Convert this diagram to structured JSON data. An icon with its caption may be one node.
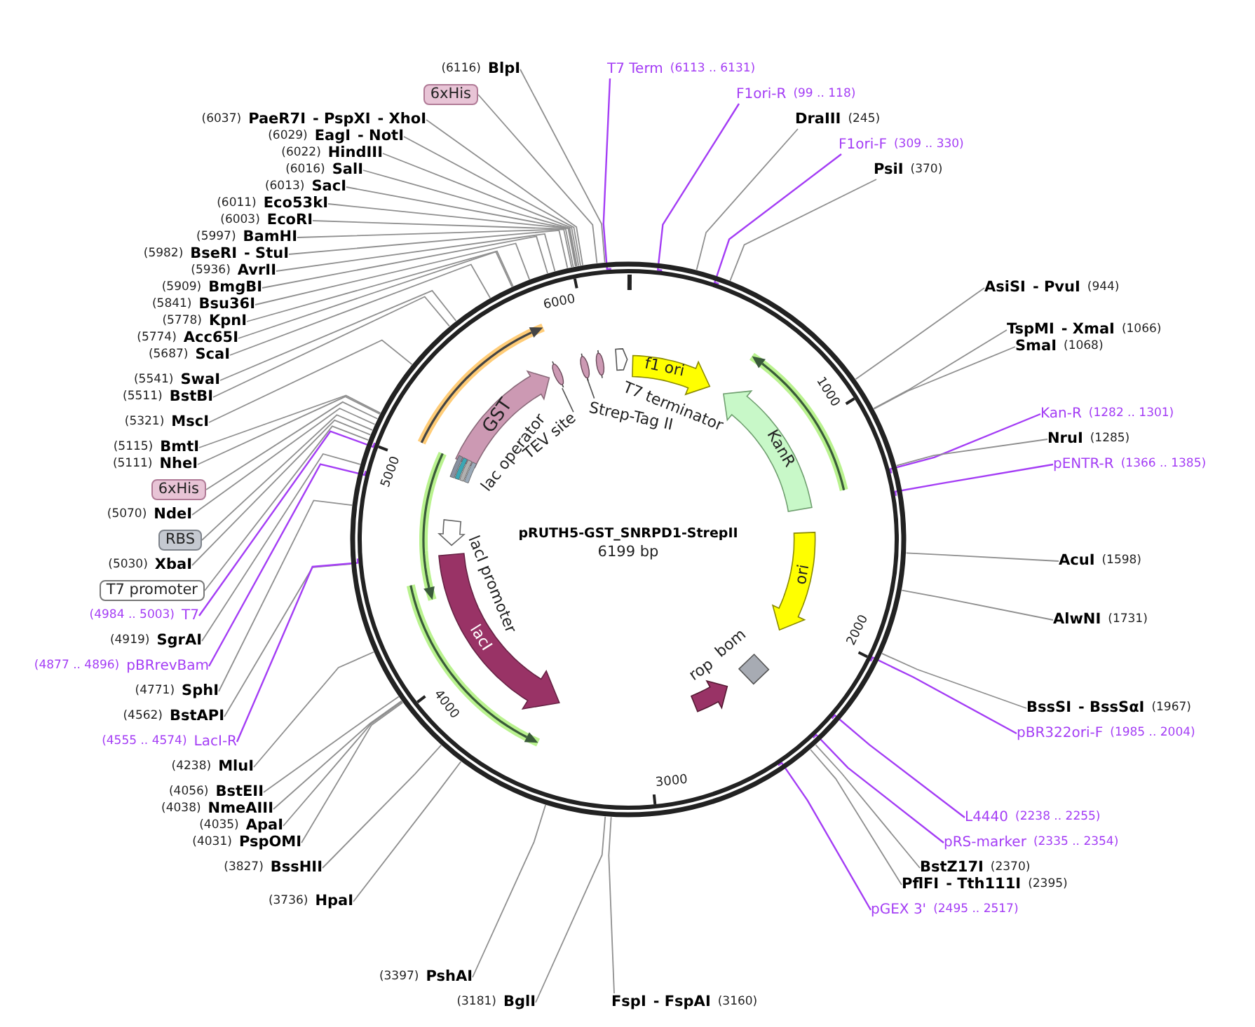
{
  "diagram": {
    "title": "pRUTH5-GST_SNRPD1-StrepII",
    "nodes": [
      {
        "text": [
          "BlpI"
        ],
        "beside": [
          "(6116)"
        ]
      },
      {
        "text": [
          "6xHis"
        ]
      },
      {
        "text": [
          "PaeR7I",
          "- PspXI",
          "- XhoI"
        ],
        "beside": [
          "(6037)"
        ]
      },
      {
        "text": [
          "EagI",
          "- NotI"
        ],
        "beside": [
          "(6029)"
        ]
      },
      {
        "text": [
          "HindIII"
        ],
        "beside": [
          "(6022)"
        ]
      },
      {
        "text": [
          "SalI"
        ],
        "beside": [
          "(6016)"
        ]
      },
      {
        "text": [
          "SacI"
        ],
        "beside": [
          "(6013)"
        ]
      },
      {
        "text": [
          "Eco53kI"
        ],
        "beside": [
          "(6011)"
        ]
      },
      {
        "text": [
          "EcoRI"
        ],
        "beside": [
          "(6003)"
        ]
      },
      {
        "text": [
          "BamHI"
        ],
        "beside": [
          "(5997)"
        ]
      },
      {
        "text": [
          "BseRI",
          "- StuI"
        ],
        "beside": [
          "(5982)"
        ]
      },
      {
        "text": [
          "AvrII"
        ],
        "beside": [
          "(5936)"
        ]
      },
      {
        "text": [
          "BmgBI"
        ],
        "beside": [
          "(5909)"
        ]
      },
      {
        "text": [
          "Bsu36I"
        ],
        "beside": [
          "(5841)"
        ]
      },
      {
        "text": [
          "KpnI"
        ],
        "beside": [
          "(5778)"
        ]
      },
      {
        "text": [
          "Acc65I"
        ],
        "beside": [
          "(5774)"
        ]
      },
      {
        "text": [
          "ScaI"
        ],
        "beside": [
          "(5687)"
        ]
      },
      {
        "text": [
          "SwaI"
        ],
        "beside": [
          "(5541)"
        ]
      },
      {
        "text": [
          "BstBI"
        ],
        "beside": [
          "(5511)"
        ]
      },
      {
        "text": [
          "MscI"
        ],
        "beside": [
          "(5321)"
        ]
      },
      {
        "text": [
          "BmtI"
        ],
        "beside": [
          "(5115)"
        ]
      },
      {
        "text": [
          "NheI"
        ],
        "beside": [
          "(5111)"
        ]
      },
      {
        "text": [
          "6xHis"
        ]
      },
      {
        "text": [
          "NdeI"
        ],
        "beside": [
          "(5070)"
        ]
      },
      {
        "text": [
          "RBS"
        ]
      },
      {
        "text": [
          "XbaI"
        ],
        "beside": [
          "(5030)"
        ]
      },
      {
        "text": [
          "T7 promoter"
        ]
      },
      {
        "text": [
          "T7"
        ],
        "beside": [
          "(4984 .. 5003)"
        ]
      },
      {
        "text": [
          "SgrAI"
        ],
        "beside": [
          "(4919)"
        ]
      },
      {
        "text": [
          "pBRrevBam"
        ],
        "beside": [
          "(4877 .. 4896)"
        ]
      },
      {
        "text": [
          "SphI"
        ],
        "beside": [
          "(4771)"
        ]
      },
      {
        "text": [
          "BstAPI"
        ],
        "beside": [
          "(4562)"
        ]
      },
      {
        "text": [
          "LacI-R"
        ],
        "beside": [
          "(4555 .. 4574)"
        ]
      },
      {
        "text": [
          "MluI"
        ],
        "beside": [
          "(4238)"
        ]
      },
      {
        "text": [
          "BstEII"
        ],
        "beside": [
          "(4056)"
        ]
      },
      {
        "text": [
          "NmeAIII"
        ],
        "beside": [
          "(4038)"
        ]
      },
      {
        "text": [
          "ApaI"
        ],
        "beside": [
          "(4035)"
        ]
      },
      {
        "text": [
          "PspOMI"
        ],
        "beside": [
          "(4031)"
        ]
      },
      {
        "text": [
          "BssHII"
        ],
        "beside": [
          "(3827)"
        ]
      },
      {
        "text": [
          "HpaI"
        ],
        "beside": [
          "(3736)"
        ]
      },
      {
        "text": [
          "PshAI"
        ],
        "beside": [
          "(3397)"
        ]
      },
      {
        "text": [
          "BglI"
        ],
        "beside": [
          "(3181)"
        ]
      },
      {
        "text": [
          "T7 Term"
        ],
        "beside": [
          "(6113 .. 6131)"
        ]
      },
      {
        "text": [
          "F1ori-R"
        ],
        "beside": [
          "(99 .. 118)"
        ]
      },
      {
        "text": [
          "DraIII"
        ],
        "beside": [
          "(245)"
        ]
      },
      {
        "text": [
          "F1ori-F"
        ],
        "beside": [
          "(309 .. 330)"
        ]
      },
      {
        "text": [
          "PsiI"
        ],
        "beside": [
          "(370)"
        ]
      },
      {
        "text": [
          "AsiSI",
          "- PvuI"
        ],
        "beside": [
          "(944)"
        ]
      },
      {
        "text": [
          "TspMI",
          "- XmaI"
        ],
        "beside": [
          "(1066)"
        ]
      },
      {
        "text": [
          "SmaI"
        ],
        "beside": [
          "(1068)"
        ]
      },
      {
        "text": [
          "Kan-R"
        ],
        "beside": [
          "(1282 .. 1301)"
        ]
      },
      {
        "text": [
          "NruI"
        ],
        "beside": [
          "(1285)"
        ]
      },
      {
        "text": [
          "pENTR-R"
        ],
        "beside": [
          "(1366 .. 1385)"
        ]
      },
      {
        "text": [
          "AcuI"
        ],
        "beside": [
          "(1598)"
        ]
      },
      {
        "text": [
          "AlwNI"
        ],
        "beside": [
          "(1731)"
        ]
      },
      {
        "text": [
          "BssSI",
          "- BssSαI"
        ],
        "beside": [
          "(1967)"
        ]
      },
      {
        "text": [
          "pBR322ori-F"
        ],
        "beside": [
          "(1985 .. 2004)"
        ]
      },
      {
        "text": [
          "L4440"
        ],
        "beside": [
          "(2238 .. 2255)"
        ]
      },
      {
        "text": [
          "pRS-marker"
        ],
        "beside": [
          "(2335 .. 2354)"
        ]
      },
      {
        "text": [
          "BstZ17I"
        ],
        "beside": [
          "(2370)"
        ]
      },
      {
        "text": [
          "PflFI",
          "- Tth111I"
        ],
        "beside": [
          "(2395)"
        ]
      },
      {
        "text": [
          "pGEX 3'"
        ],
        "beside": [
          "(2495 .. 2517)"
        ]
      },
      {
        "text": [
          "FspI",
          "- FspAI"
        ],
        "beside": [
          "(3160)"
        ]
      },
      {
        "text": [],
        "shape": "circle"
      },
      {
        "text": [
          "GST"
        ],
        "in": 63
      },
      {
        "text": [],
        "shape": "bar",
        "beside": [
          "TEV site"
        ],
        "in": 63
      },
      {
        "text": [],
        "shape": "box",
        "beside": [
          "lac operator"
        ],
        "in": 63
      },
      {
        "text": [],
        "shape": "bar",
        "beside": [
          "Strep-Tag II"
        ],
        "in": 63
      },
      {
        "text": [],
        "shape": "arrow",
        "in": 63
      },
      {
        "text": [
          "f1 ori"
        ],
        "in": 63
      },
      {
        "text": [
          "KanR"
        ],
        "in": 63
      },
      {
        "text": [
          "ori"
        ],
        "in": 63
      },
      {
        "text": [],
        "shape": "diamond",
        "beside": [
          "bom"
        ],
        "in": 63
      },
      {
        "text": [],
        "shape": "arrow",
        "beside": [
          "rop"
        ],
        "in": 63
      },
      {
        "text": [],
        "shape": "arrow",
        "beside": [
          "lacI promoter"
        ],
        "in": 63
      },
      {
        "text": [
          "lacI"
        ],
        "in": 63
      },
      {
        "text": [],
        "shape": "arrow",
        "in": 63
      },
      {
        "text": [],
        "shape": "arrow",
        "in": 63
      },
      {
        "text": [],
        "shape": "arrow",
        "in": 63
      },
      {
        "text": [],
        "shape": "arrow",
        "in": 63
      }
    ],
    "edges": [
      {
        "from": 0,
        "to": 63,
        "arrow": "none"
      },
      {
        "from": 1,
        "to": 63,
        "arrow": "none"
      },
      {
        "from": 2,
        "to": 63,
        "arrow": "none"
      },
      {
        "from": 3,
        "to": 63,
        "arrow": "none"
      },
      {
        "from": 4,
        "to": 63,
        "arrow": "none"
      },
      {
        "from": 5,
        "to": 63,
        "arrow": "none"
      },
      {
        "from": 6,
        "to": 63,
        "arrow": "none"
      },
      {
        "from": 7,
        "to": 63,
        "arrow": "none"
      },
      {
        "from": 8,
        "to": 63,
        "arrow": "none"
      },
      {
        "from": 9,
        "to": 63,
        "arrow": "none"
      },
      {
        "from": 10,
        "to": 63,
        "arrow": "none"
      },
      {
        "from": 11,
        "to": 63,
        "arrow": "none"
      },
      {
        "from": 12,
        "to": 63,
        "arrow": "none"
      },
      {
        "from": 13,
        "to": 63,
        "arrow": "none"
      },
      {
        "from": 14,
        "to": 63,
        "arrow": "none"
      },
      {
        "from": 15,
        "to": 63,
        "arrow": "none"
      },
      {
        "from": 16,
        "to": 63,
        "arrow": "none"
      },
      {
        "from": 17,
        "to": 63,
        "arrow": "none"
      },
      {
        "from": 18,
        "to": 63,
        "arrow": "none"
      },
      {
        "from": 19,
        "to": 63,
        "arrow": "none"
      },
      {
        "from": 20,
        "to": 63,
        "arrow": "none"
      },
      {
        "from": 21,
        "to": 63,
        "arrow": "none"
      },
      {
        "from": 22,
        "to": 63,
        "arrow": "none"
      },
      {
        "from": 23,
        "to": 63,
        "arrow": "none"
      },
      {
        "from": 24,
        "to": 63,
        "arrow": "none"
      },
      {
        "from": 25,
        "to": 63,
        "arrow": "none"
      },
      {
        "from": 26,
        "to": 63,
        "arrow": "none"
      },
      {
        "from": 27,
        "to": 63,
        "arrow": "none",
        "color": "#a43df5"
      },
      {
        "from": 28,
        "to": 63,
        "arrow": "none"
      },
      {
        "from": 29,
        "to": 63,
        "arrow": "none",
        "color": "#a43df5"
      },
      {
        "from": 30,
        "to": 63,
        "arrow": "none"
      },
      {
        "from": 31,
        "to": 63,
        "arrow": "none"
      },
      {
        "from": 32,
        "to": 63,
        "arrow": "none",
        "color": "#a43df5"
      },
      {
        "from": 33,
        "to": 63,
        "arrow": "none"
      },
      {
        "from": 34,
        "to": 63,
        "arrow": "none"
      },
      {
        "from": 35,
        "to": 63,
        "arrow": "none"
      },
      {
        "from": 36,
        "to": 63,
        "arrow": "none"
      },
      {
        "from": 37,
        "to": 63,
        "arrow": "none"
      },
      {
        "from": 38,
        "to": 63,
        "arrow": "none"
      },
      {
        "from": 39,
        "to": 63,
        "arrow": "none"
      },
      {
        "from": 40,
        "to": 63,
        "arrow": "none"
      },
      {
        "from": 41,
        "to": 63,
        "arrow": "none"
      },
      {
        "from": 42,
        "to": 63,
        "arrow": "none",
        "color": "#a43df5"
      },
      {
        "from": 43,
        "to": 63,
        "arrow": "none",
        "color": "#a43df5"
      },
      {
        "from": 44,
        "to": 63,
        "arrow": "none"
      },
      {
        "from": 45,
        "to": 63,
        "arrow": "none",
        "color": "#a43df5"
      },
      {
        "from": 46,
        "to": 63,
        "arrow": "none"
      },
      {
        "from": 47,
        "to": 63,
        "arrow": "none"
      },
      {
        "from": 48,
        "to": 63,
        "arrow": "none"
      },
      {
        "from": 49,
        "to": 63,
        "arrow": "none"
      },
      {
        "from": 50,
        "to": 63,
        "arrow": "none",
        "color": "#a43df5"
      },
      {
        "from": 51,
        "to": 63,
        "arrow": "none"
      },
      {
        "from": 52,
        "to": 63,
        "arrow": "none",
        "color": "#a43df5"
      },
      {
        "from": 53,
        "to": 63,
        "arrow": "none"
      },
      {
        "from": 54,
        "to": 63,
        "arrow": "none"
      },
      {
        "from": 55,
        "to": 63,
        "arrow": "none"
      },
      {
        "from": 56,
        "to": 63,
        "arrow": "none",
        "color": "#a43df5"
      },
      {
        "from": 57,
        "to": 63,
        "arrow": "none",
        "color": "#a43df5"
      },
      {
        "from": 58,
        "to": 63,
        "arrow": "none",
        "color": "#a43df5"
      },
      {
        "from": 59,
        "to": 63,
        "arrow": "none"
      },
      {
        "from": 60,
        "to": 63,
        "arrow": "none"
      },
      {
        "from": 61,
        "to": 63,
        "arrow": "none",
        "color": "#a43df5"
      },
      {
        "from": 62,
        "to": 63,
        "arrow": "none"
      }
    ],
    "labels": [
      "6199 bp",
      "1000",
      "2000",
      "3000",
      "4000",
      "5000",
      "6000",
      "T7 terminator"
    ]
  }
}
